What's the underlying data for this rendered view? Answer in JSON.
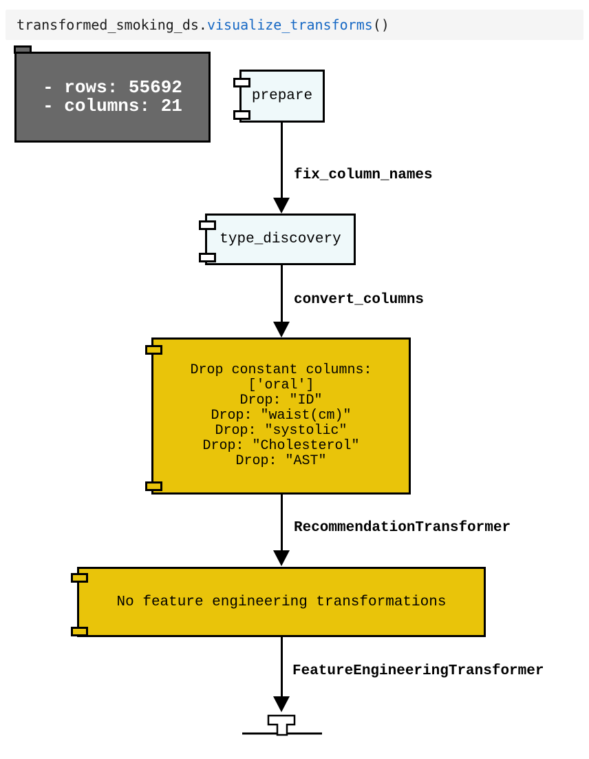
{
  "code_cell": {
    "tokens": [
      {
        "text": "transformed_smoking_ds.",
        "color": "#1c1c1c"
      },
      {
        "text": "visualize_transforms",
        "color": "#1668c4"
      },
      {
        "text": "()",
        "color": "#1c1c1c"
      }
    ]
  },
  "diagram": {
    "dataset_note": {
      "lines": [
        "- rows: 55692",
        "- columns: 21"
      ]
    },
    "nodes": {
      "prepare": {
        "label": "prepare"
      },
      "type_discovery": {
        "label": "type_discovery"
      },
      "recommendation": {
        "lines": [
          "Drop constant columns:",
          "['oral']",
          "Drop: \"ID\"",
          "Drop: \"waist(cm)\"",
          "Drop: \"systolic\"",
          "Drop: \"Cholesterol\"",
          "Drop: \"AST\""
        ]
      },
      "feature_engineering": {
        "label": "No feature engineering transformations"
      }
    },
    "edges": {
      "e1": {
        "label": "fix_column_names"
      },
      "e2": {
        "label": "convert_columns"
      },
      "e3": {
        "label": "RecommendationTransformer"
      },
      "e4": {
        "label": "FeatureEngineeringTransformer"
      }
    },
    "icons": {
      "terminal": "t-connector"
    },
    "colors": {
      "component_fill": "#eff9fa",
      "gold_fill": "#e9c40a",
      "note_fill": "#696969",
      "note_text": "#ffffff",
      "edge": "#000000",
      "code_cell_bg": "#f5f5f5",
      "code_function": "#1668c4"
    }
  }
}
